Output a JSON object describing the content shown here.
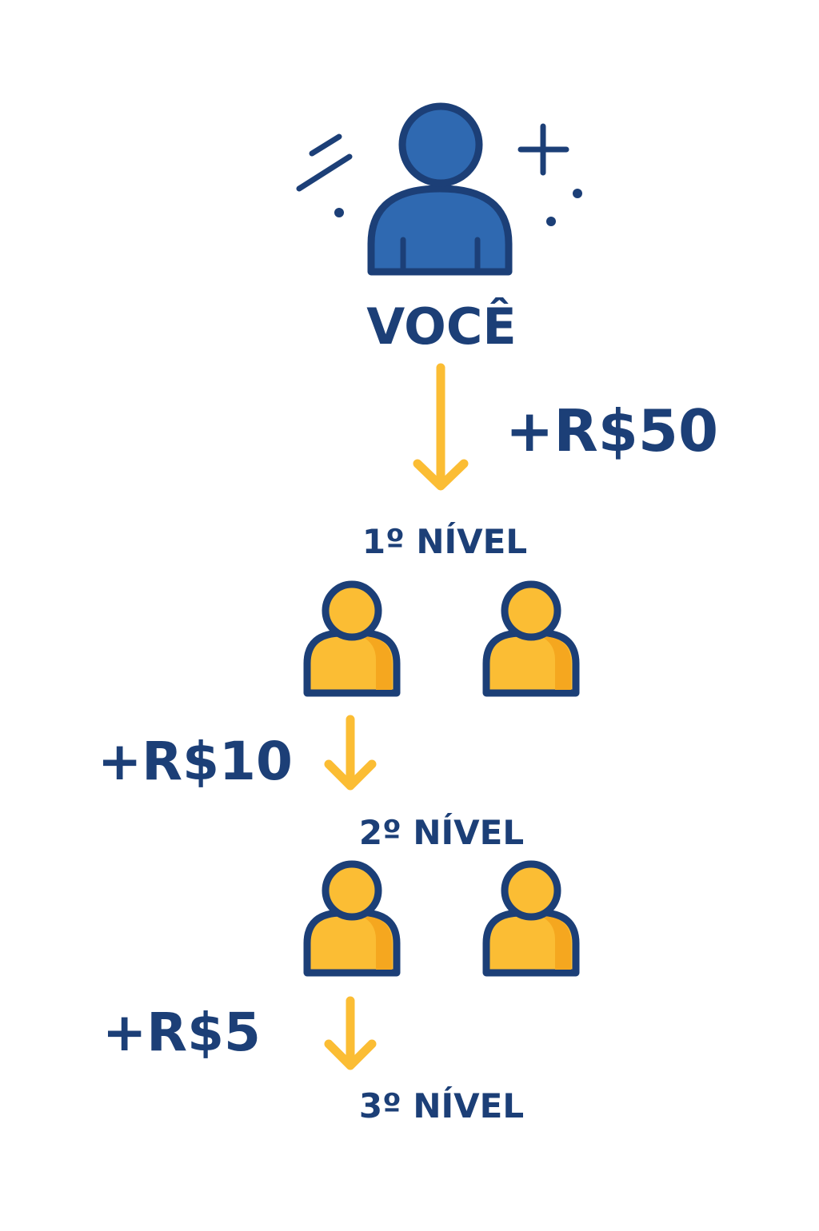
{
  "colors": {
    "navy": "#1c3f77",
    "blue": "#2f69b1",
    "yellow": "#fbbd34",
    "yellow_shadow": "#f5a71f",
    "arrow": "#fbbd34",
    "background": "#ffffff"
  },
  "top": {
    "label": "VOCÊ",
    "icon": "person-icon"
  },
  "levels": [
    {
      "label": "1º NÍVEL",
      "amount": "+R$50",
      "icon": "person-icon"
    },
    {
      "label": "2º NÍVEL",
      "amount": "+R$10",
      "icon": "person-icon"
    },
    {
      "label": "3º NÍVEL",
      "amount": "+R$5",
      "icon": "arrow-down-icon"
    }
  ]
}
